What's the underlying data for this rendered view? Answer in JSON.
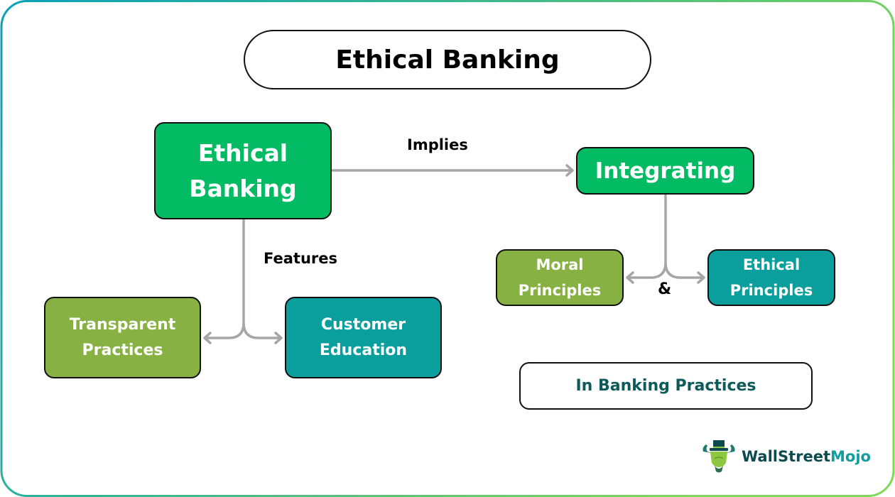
{
  "diagram": {
    "title": "Ethical Banking",
    "root": {
      "line1": "Ethical",
      "line2": "Banking"
    },
    "implies_label": "Implies",
    "features_label": "Features",
    "integrating": "Integrating",
    "features": [
      {
        "line1": "Transparent",
        "line2": "Practices"
      },
      {
        "line1": "Customer",
        "line2": "Education"
      }
    ],
    "principles": [
      {
        "line1": "Moral",
        "line2": "Principles"
      },
      {
        "line1": "Ethical",
        "line2": "Principles"
      }
    ],
    "ampersand": "&",
    "context": "In Banking Practices"
  },
  "brand": {
    "name_part1": "WallStreet",
    "name_part2": "Mojo",
    "logo_icon": "bull-with-top-hat-icon"
  },
  "colors": {
    "primary_green": "#02bb62",
    "olive_green": "#87b142",
    "teal": "#0a9e9c",
    "connector_gray": "#a6a6a6",
    "context_text": "#0e5a5a",
    "border_gradient_start": "#0aa0b8",
    "border_gradient_end": "#7ed957"
  }
}
